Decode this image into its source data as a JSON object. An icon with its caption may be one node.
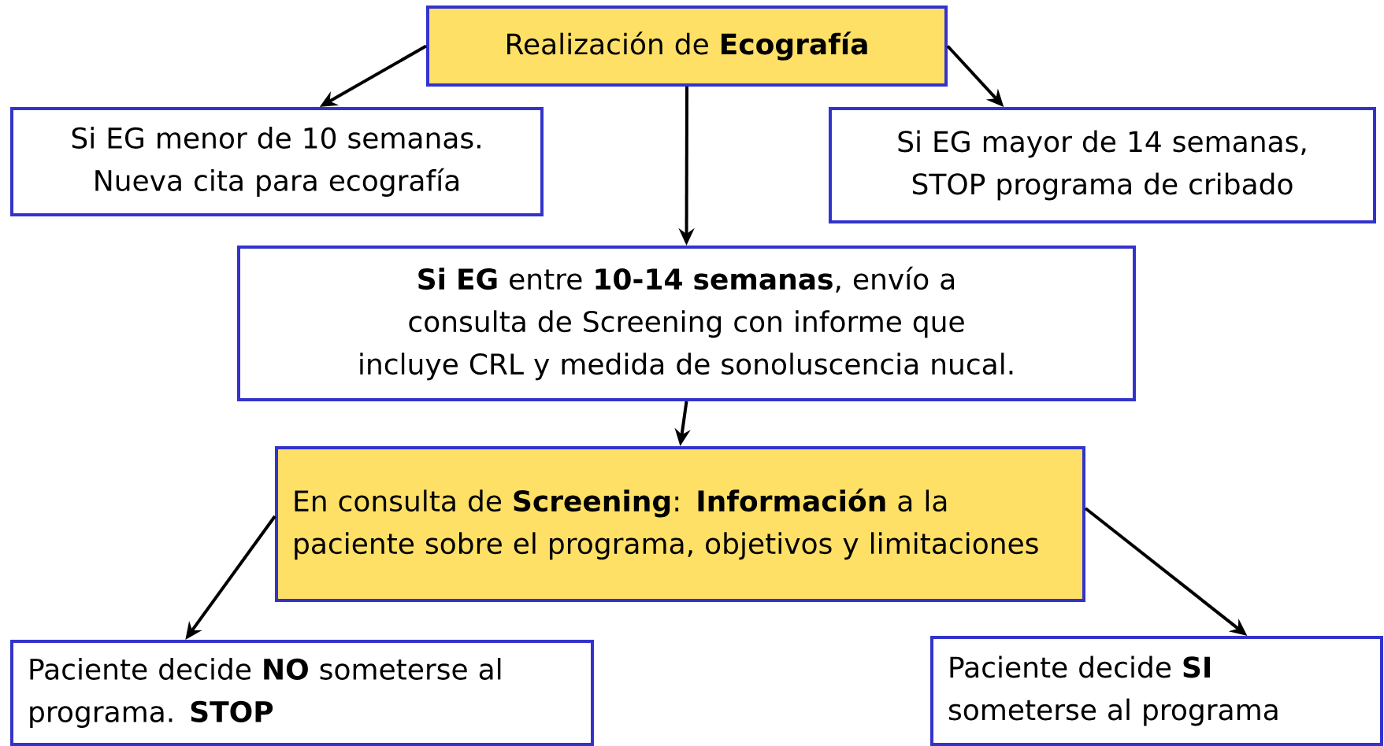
{
  "diagram": {
    "nodes": [
      {
        "text": [
          "Realización de **Ecografía**"
        ]
      },
      {
        "text": [
          "Si EG menor de 10 semanas. Nueva cita para ecografía"
        ]
      },
      {
        "text": [
          "Si EG mayor de 14 semanas, STOP programa de cribado"
        ]
      },
      {
        "text": [
          "**Si EG** entre **10-14 semanas**, envío a consulta de Screening con informe que incluye CRL y medida de sonoluscencia nucal."
        ]
      },
      {
        "text": [
          "En consulta de **Screening**: **Información** a la paciente sobre el programa, objetivos y limitaciones"
        ]
      },
      {
        "text": [
          "Paciente decide **NO** someterse al programa.  **STOP**"
        ]
      },
      {
        "text": [
          "Paciente decide **SI** someterse al programa"
        ]
      }
    ],
    "edges": [
      {
        "from": 0,
        "to": 1,
        "arrow": "to"
      },
      {
        "from": 0,
        "to": 2,
        "arrow": "to"
      },
      {
        "from": 0,
        "to": 3,
        "arrow": "to"
      },
      {
        "from": 3,
        "to": 4,
        "arrow": "to"
      },
      {
        "from": 4,
        "to": 5,
        "arrow": "to"
      },
      {
        "from": 4,
        "to": 6,
        "arrow": "to"
      }
    ]
  }
}
